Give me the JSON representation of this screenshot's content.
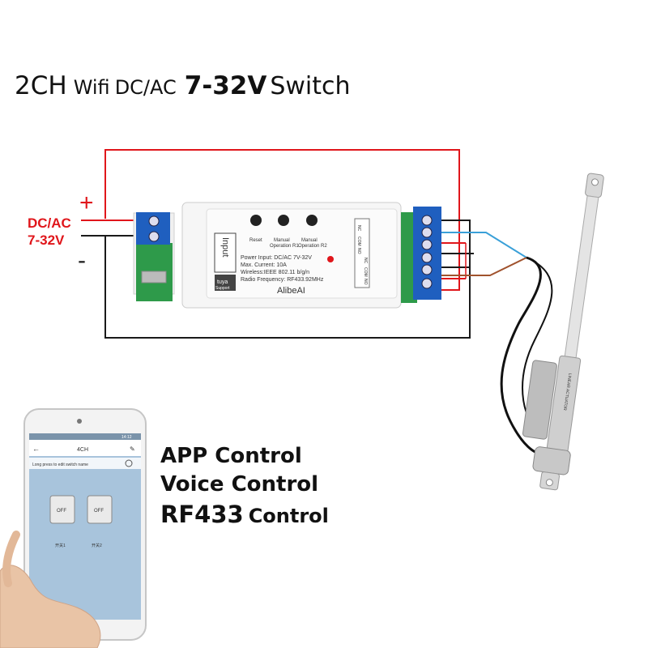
{
  "title": {
    "part1": "2CH",
    "part2": "Wifi",
    "part3": "DC/AC",
    "part4": "7-32V",
    "part5": "Switch"
  },
  "power_labels": {
    "plus": "+",
    "dc_ac": "DC/AC",
    "voltage": "7-32V",
    "minus": "-"
  },
  "module": {
    "brand": "AlibeAI",
    "input_label": "Input",
    "tuya_label": "tuya",
    "support_label": "Support",
    "buttons": [
      {
        "label_line1": "Reset",
        "label_line2": ""
      },
      {
        "label_line1": "Manual",
        "label_line2": "Operation R1"
      },
      {
        "label_line1": "Manual",
        "label_line2": "Operation R2"
      }
    ],
    "specs": [
      "Power Input:   DC/AC 7V-32V",
      "Max. Current:  10A",
      "Wireless:IEEE 802.11 b/g/n",
      "Radio Frequency:   RF433.92MHz"
    ],
    "terminal_labels": [
      "NC",
      "COM",
      "NO",
      "NC",
      "COM",
      "NO"
    ]
  },
  "actuator_label": "LINEAR ACTUATOR",
  "phone": {
    "header_title": "4CH",
    "hint": "Long press to edit switch name",
    "status_time": "14:12",
    "buttons": [
      {
        "label": "OFF",
        "caption": "开关1"
      },
      {
        "label": "OFF",
        "caption": "开关2"
      }
    ]
  },
  "controls": {
    "line1": "APP Control",
    "line2": "Voice Control",
    "line3_big": "RF433",
    "line3_small": "Control"
  },
  "colors": {
    "red_wire": "#e0161b",
    "black_wire": "#1a1a1a",
    "blue_wire": "#3aa0d8",
    "brown_wire": "#a0522d",
    "terminal_blue": "#1f5fbf",
    "pcb_green": "#2e9a4a",
    "module_white": "#f4f4f4",
    "phone_screen": "#a8c4dc"
  }
}
